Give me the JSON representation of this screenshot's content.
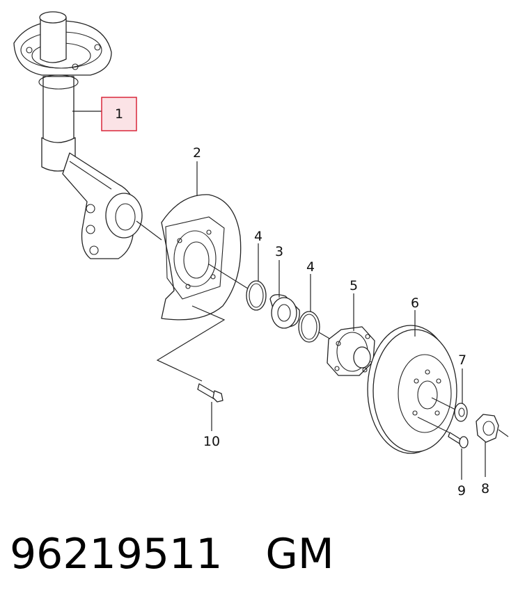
{
  "callouts": [
    {
      "id": "1",
      "label": "1",
      "highlighted": true
    },
    {
      "id": "2",
      "label": "2"
    },
    {
      "id": "3",
      "label": "3"
    },
    {
      "id": "4a",
      "label": "4"
    },
    {
      "id": "4b",
      "label": "4"
    },
    {
      "id": "5",
      "label": "5"
    },
    {
      "id": "6",
      "label": "6"
    },
    {
      "id": "7",
      "label": "7"
    },
    {
      "id": "8",
      "label": "8"
    },
    {
      "id": "9",
      "label": "9"
    },
    {
      "id": "10",
      "label": "10"
    }
  ],
  "footer": {
    "part_number": "96219511",
    "brand": "GM"
  },
  "colors": {
    "highlight_fill": "#fbe3e6",
    "highlight_stroke": "#d9263a",
    "line": "#222222"
  }
}
